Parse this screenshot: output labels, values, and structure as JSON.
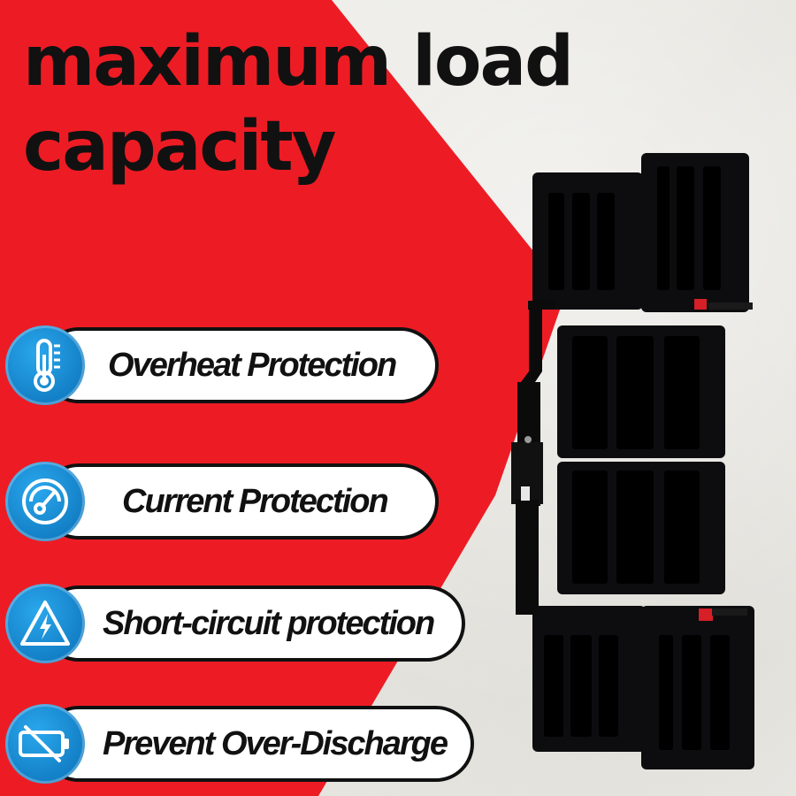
{
  "headline": {
    "line1": "maximum load",
    "line2": "capacity"
  },
  "features": [
    {
      "label": "Overheat  Protection",
      "icon": "thermometer-icon"
    },
    {
      "label": "Current Protection",
      "icon": "gauge-icon"
    },
    {
      "label": "Short-circuit protection",
      "icon": "high-voltage-warning-icon"
    },
    {
      "label": "Prevent Over-Discharge",
      "icon": "battery-disabled-icon"
    }
  ],
  "colors": {
    "red": "#ed1c24",
    "icon_blue": "#1a8fd6",
    "text": "#111111",
    "battery": "#0d0d0f"
  }
}
